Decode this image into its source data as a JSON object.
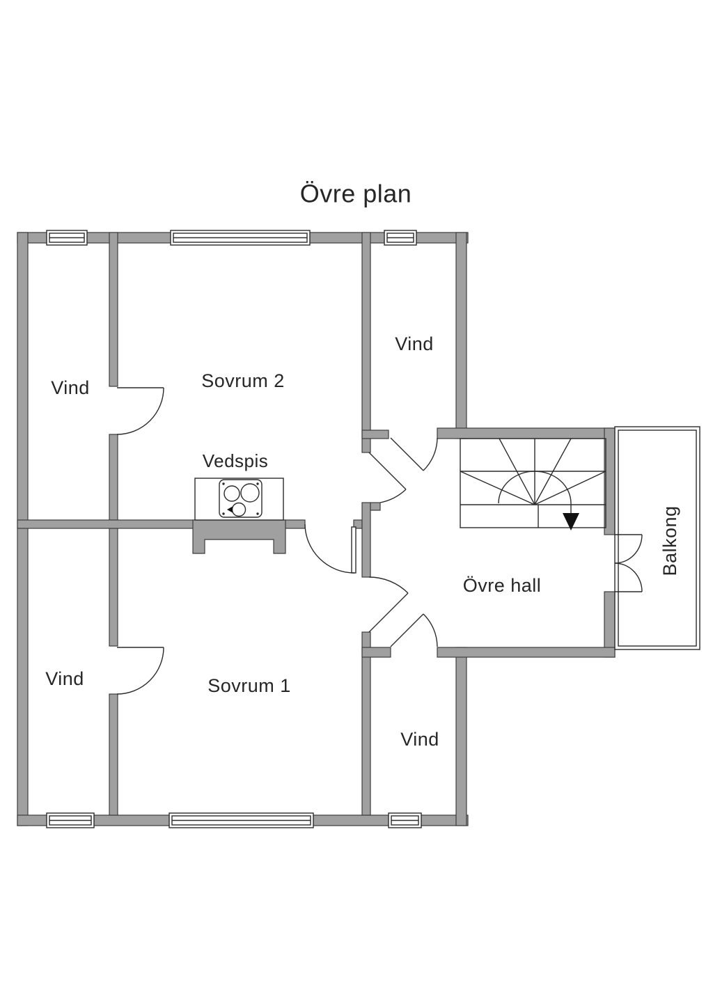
{
  "title": "Övre plan",
  "rooms": {
    "vind_nw": {
      "label": "Vind"
    },
    "sovrum_2": {
      "label": "Sovrum 2"
    },
    "vind_ne": {
      "label": "Vind"
    },
    "ovre_hall": {
      "label": "Övre hall"
    },
    "balkong": {
      "label": "Balkong"
    },
    "vind_sw": {
      "label": "Vind"
    },
    "sovrum_1": {
      "label": "Sovrum 1"
    },
    "vind_se": {
      "label": "Vind"
    }
  },
  "features": {
    "vedspis": {
      "label": "Vedspis"
    },
    "stairs": {
      "arrow_direction": "down"
    },
    "stove_burner_count": 3
  },
  "colors": {
    "wall": "#a0a0a0",
    "wall_outline": "#3c3c3c",
    "line": "#2b2b2b",
    "text": "#262626",
    "arrow": "#111111",
    "background": "#ffffff"
  }
}
